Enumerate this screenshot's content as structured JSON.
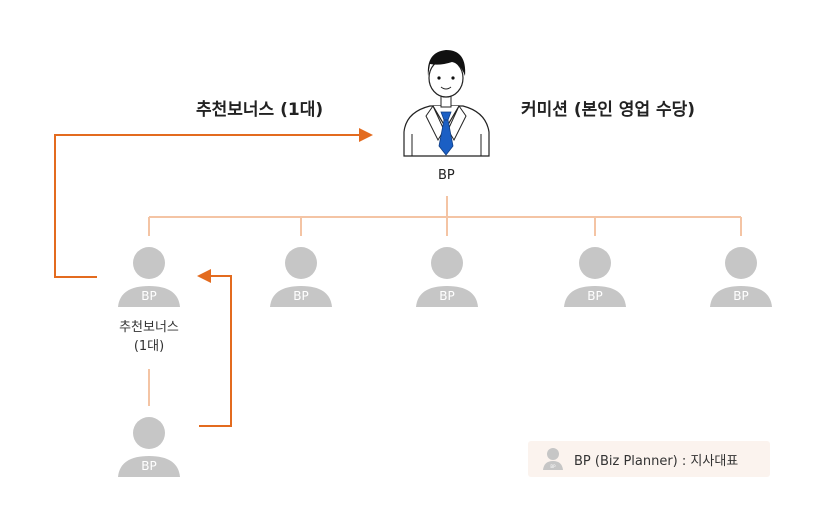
{
  "top": {
    "left_label": "추천보너스 (1대)",
    "right_label": "커미션 (본인 영업 수당)",
    "bp_label": "BP"
  },
  "nodes": [
    {
      "label": "BP"
    },
    {
      "label": "BP"
    },
    {
      "label": "BP"
    },
    {
      "label": "BP"
    },
    {
      "label": "BP"
    }
  ],
  "first_node_caption": [
    "추천보너스",
    "(1대)"
  ],
  "bottom_node": {
    "label": "BP"
  },
  "legend": {
    "text": "BP (Biz Planner) : 지사대표",
    "icon_label": "BP"
  },
  "colors": {
    "arrow": "#e36b1f",
    "connector": "#f4c4a4",
    "person": "#c6c6c6",
    "legend_bg": "#fbf3ee"
  }
}
